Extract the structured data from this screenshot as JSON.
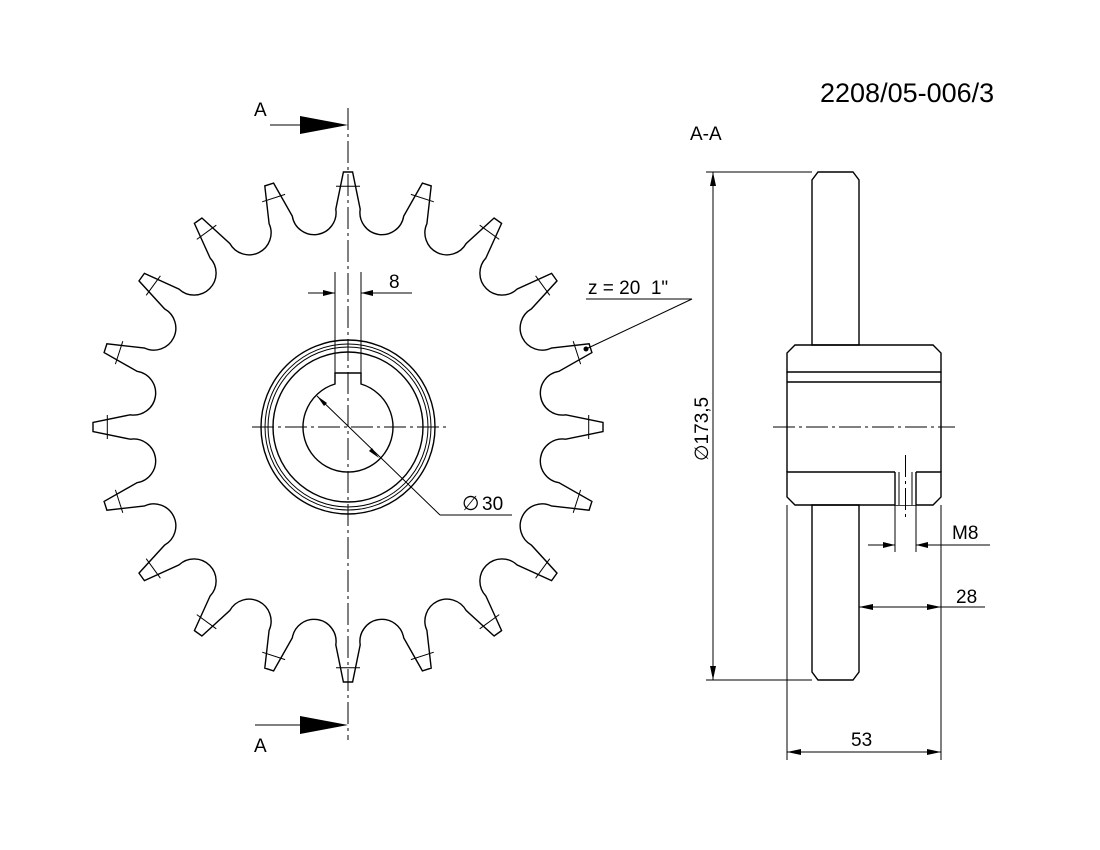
{
  "drawing_number": "2208/05-006/3",
  "section": {
    "cut_label_top": "A",
    "cut_label_bottom": "A",
    "view_title": "A-A"
  },
  "dimensions": {
    "keyway_width": "8",
    "bore_diameter": "30",
    "outer_diameter": "173,5",
    "thread": "M8",
    "hub_offset": "28",
    "overall_width": "53",
    "diameter_symbol": "∅"
  },
  "annotation": {
    "teeth_pitch": "z = 20  1\""
  },
  "sprocket": {
    "teeth": 20
  },
  "colors": {
    "line": "#000000",
    "background": "#ffffff"
  }
}
